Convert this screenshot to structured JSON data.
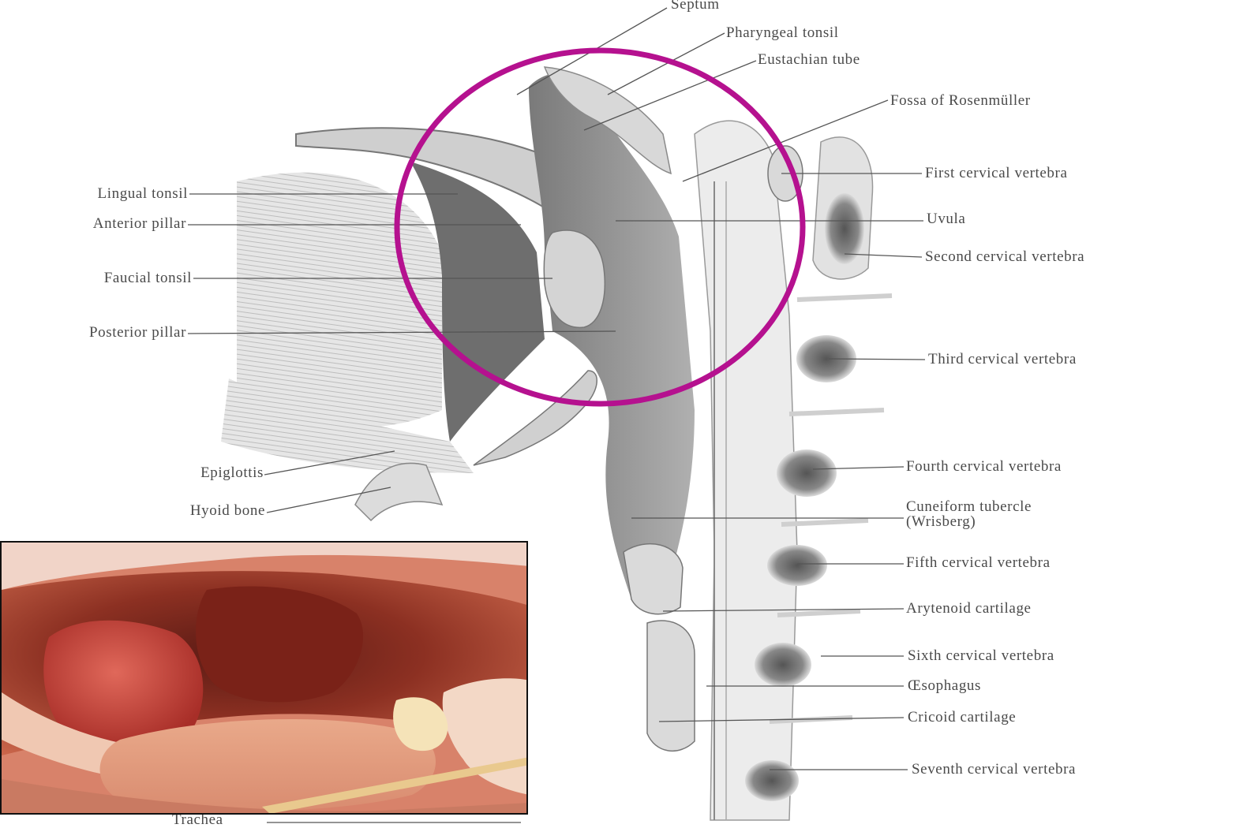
{
  "labels": {
    "septum": "Septum",
    "pharyngeal_tonsil": "Pharyngeal tonsil",
    "eustachian_tube": "Eustachian tube",
    "fossa_rosenmuller": "Fossa of Rosenmüller",
    "first_cervical": "First cervical vertebra",
    "uvula": "Uvula",
    "second_cervical": "Second cervical vertebra",
    "third_cervical": "Third cervical vertebra",
    "fourth_cervical": "Fourth cervical vertebra",
    "cuneiform_line1": "Cuneiform tubercle",
    "cuneiform_line2": "(Wrisberg)",
    "fifth_cervical": "Fifth cervical vertebra",
    "arytenoid": "Arytenoid cartilage",
    "sixth_cervical": "Sixth cervical vertebra",
    "oesophagus": "Œsophagus",
    "cricoid": "Cricoid cartilage",
    "seventh_cervical": "Seventh cervical vertebra",
    "lingual_tonsil": "Lingual tonsil",
    "anterior_pillar": "Anterior pillar",
    "faucial_tonsil": "Faucial tonsil",
    "posterior_pillar": "Posterior pillar",
    "epiglottis": "Epiglottis",
    "hyoid_bone": "Hyoid bone",
    "trachea": "Trachea"
  },
  "colors": {
    "highlight_circle": "#b5118f",
    "label_text": "#4a4a4a",
    "leader_line": "#555555",
    "inset_border": "#111111"
  }
}
